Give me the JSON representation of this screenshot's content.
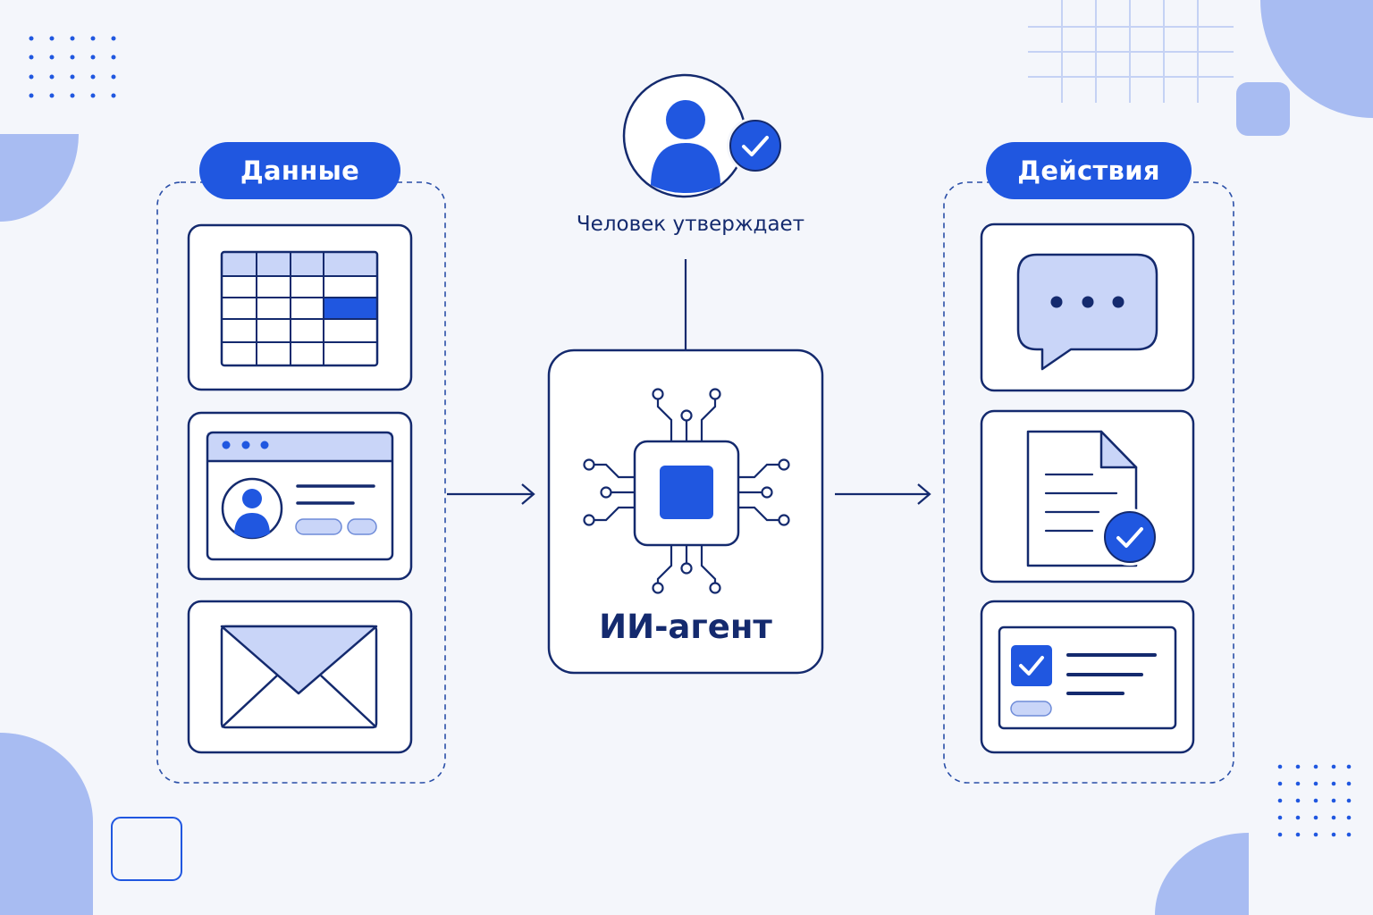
{
  "diagram": {
    "data_group": {
      "label": "Данные"
    },
    "actions_group": {
      "label": "Действия"
    },
    "human": {
      "caption": "Человек утверждает"
    },
    "agent": {
      "label": "ИИ-агент"
    },
    "data_items": [
      "table-icon",
      "profile-window-icon",
      "envelope-icon"
    ],
    "action_items": [
      "chat-bubble-icon",
      "approved-document-icon",
      "task-checklist-icon"
    ]
  },
  "colors": {
    "background": "#f4f6fb",
    "accent": "#2057e0",
    "navy": "#142a6e",
    "light_blue": "#c9d5f8",
    "decor_blue": "#a8bcf2"
  }
}
